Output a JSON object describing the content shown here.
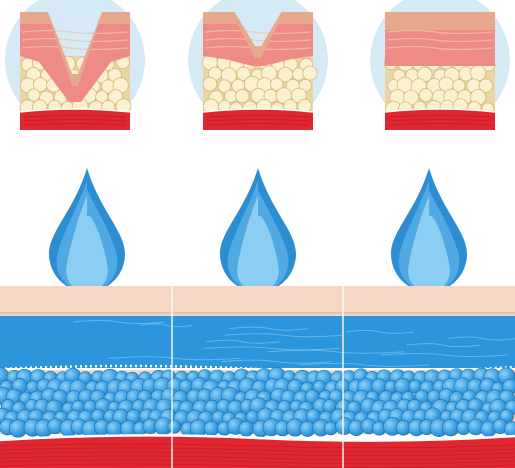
{
  "illustration": {
    "colors": {
      "background": "#ffffff",
      "circle_backdrop": "#d5eaf5",
      "epidermis_top": "#e6a98d",
      "dermis_pink": "#ee8b87",
      "dermis_light": "#f3c1b1",
      "fat_cell_fill": "#fbf0cf",
      "fat_cell_stroke": "#d6b97d",
      "fat_gap": "#e9d6a4",
      "muscle_red": "#e0262f",
      "muscle_dark": "#b5161f",
      "drop_outer": "#2d8dd3",
      "drop_mid": "#4fa9e3",
      "drop_inner": "#8ccdf2",
      "skin_peach": "#f4d7c5",
      "skin_peach_line": "#e7c0aa",
      "hydrated_dermis": "#2d95dc",
      "hydrated_dermis_line": "#7cc6f0",
      "hydrated_cell_fill": "#3da3e4",
      "hydrated_cell_light": "#8fd0f4",
      "hydrated_cell_stroke": "#1e6fb3"
    },
    "top_row": {
      "panels": [
        {
          "wrinkle_depth": 1.0
        },
        {
          "wrinkle_depth": 0.55
        },
        {
          "wrinkle_depth": 0.0
        }
      ]
    },
    "drops": {
      "count": 3
    },
    "bottom_row": {
      "panels": 3
    }
  }
}
